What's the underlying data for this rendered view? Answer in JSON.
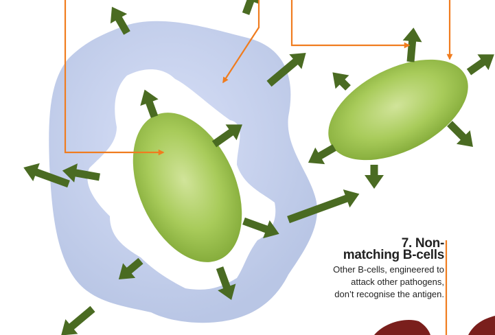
{
  "caption": {
    "title_line1": "7. Non-",
    "title_line2": "matching B-cells",
    "body_line1": "Other B-cells, engineered to",
    "body_line2": "attack other pathogens,",
    "body_line3": "don’t recognise the antigen."
  },
  "colors": {
    "callout_line": "#f07c1e",
    "arrow": "#4a6b22",
    "pathogen": "#9cc04a",
    "b_cell": "#d6e1f1",
    "dark_red_accent": "#7a1f1c"
  }
}
